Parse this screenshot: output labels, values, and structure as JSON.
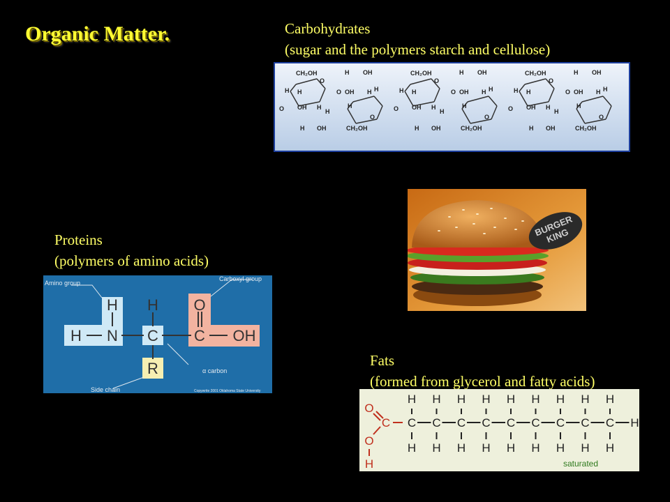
{
  "title": "Organic Matter.",
  "carbohydrates": {
    "heading": "Carbohydrates",
    "subheading": "(sugar and the polymers starch and cellulose)",
    "diagram_labels": {
      "ch2oh": "CH₂OH",
      "oh": "OH",
      "h": "H",
      "o": "O"
    }
  },
  "proteins": {
    "heading": "Proteins",
    "subheading": "(polymers of amino acids)",
    "diagram": {
      "amino_group": "Amino group",
      "carboxyl_group": "Carboxyl group",
      "alpha_carbon": "α carbon",
      "side_chain": "Side chain",
      "copyright": "Copywrite 2001 Oklahoma State University",
      "atoms": {
        "h": "H",
        "n": "N",
        "c": "C",
        "o": "O",
        "oh": "OH",
        "r": "R"
      }
    }
  },
  "burger": {
    "brand": "BURGER KING"
  },
  "fats": {
    "heading": "Fats",
    "subheading": "(formed from glycerol and fatty acids)",
    "diagram": {
      "saturated": "saturated",
      "c": "C",
      "h": "H",
      "o": "O"
    }
  },
  "colors": {
    "title": "#ffff33",
    "caption": "#ffff66",
    "protein_bg": "#1f6ea8",
    "fat_bg": "#eef0dc",
    "carb_bg": "#d8e4f2"
  }
}
